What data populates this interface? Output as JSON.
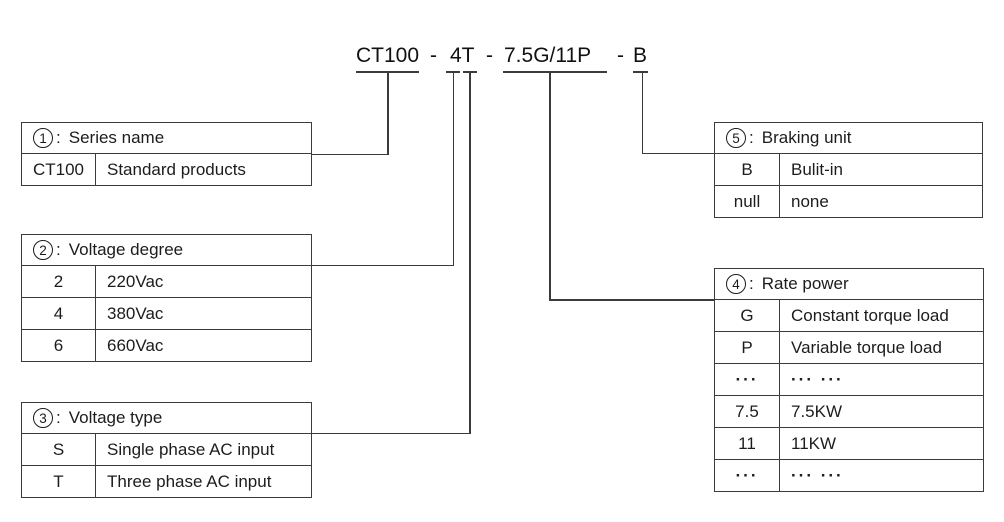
{
  "model_code": {
    "text": "CT100 - 4T - 7.5G/11P - B",
    "parts": {
      "series": "CT100",
      "dash1": "-",
      "voltage": "4T",
      "dash2": "-",
      "power": "7.5G/11P",
      "dash3": "-",
      "brake": "B"
    }
  },
  "ui": {
    "colon": ":"
  },
  "tables": {
    "series": {
      "number": "1",
      "title": "Series name",
      "rows": [
        {
          "key": "CT100",
          "desc": "Standard products"
        }
      ]
    },
    "voltage_degree": {
      "number": "2",
      "title": "Voltage degree",
      "rows": [
        {
          "key": "2",
          "desc": "220Vac"
        },
        {
          "key": "4",
          "desc": "380Vac"
        },
        {
          "key": "6",
          "desc": "660Vac"
        }
      ]
    },
    "voltage_type": {
      "number": "3",
      "title": "Voltage type",
      "rows": [
        {
          "key": "S",
          "desc": "Single phase AC input"
        },
        {
          "key": "T",
          "desc": "Three phase AC input"
        }
      ]
    },
    "rate_power": {
      "number": "4",
      "title": "Rate power",
      "rows": [
        {
          "key": "G",
          "desc": "Constant torque load"
        },
        {
          "key": "P",
          "desc": "Variable torque load"
        },
        {
          "key": "···",
          "desc": "··· ···"
        },
        {
          "key": "7.5",
          "desc": "7.5KW"
        },
        {
          "key": "11",
          "desc": "11KW"
        },
        {
          "key": "···",
          "desc": "··· ···"
        }
      ]
    },
    "braking_unit": {
      "number": "5",
      "title": "Braking unit",
      "rows": [
        {
          "key": "B",
          "desc": "Bulit-in"
        },
        {
          "key": "null",
          "desc": "none"
        }
      ]
    }
  },
  "colors": {
    "line": "#3b3b3b",
    "text": "#1c1c1c",
    "background": "#ffffff"
  }
}
